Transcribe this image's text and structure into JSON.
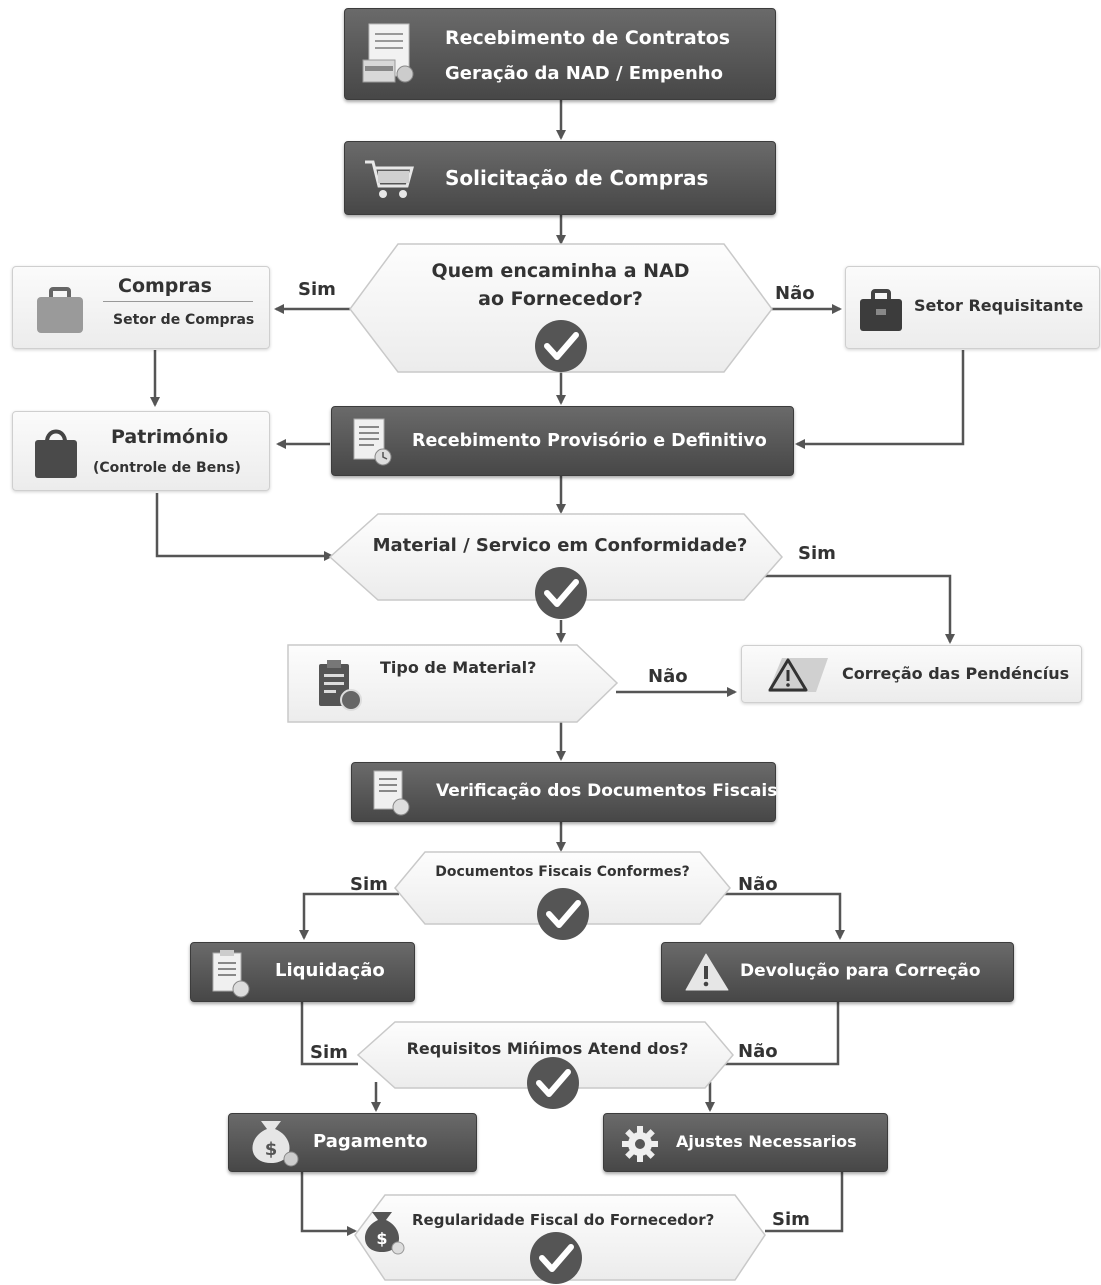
{
  "boxes": {
    "recebimento_contratos": {
      "line1": "Recebimento de Contratos",
      "line2": "Geração da NAD / Empenho"
    },
    "solicitacao_compras": {
      "label": "Solicitação de Compras"
    },
    "compras": {
      "title": "Compras",
      "subtitle": "Setor de Compras"
    },
    "setor_requisitante": {
      "label": "Setor Requisitante"
    },
    "patrimonio": {
      "title": "Património",
      "subtitle": "(Controle de Bens)"
    },
    "recebimento_provisorio": {
      "label": "Recebimento Provisório e Definitivo"
    },
    "tipo_material": {
      "label": "Tipo de Material?"
    },
    "correcao_pendencias": {
      "label": "Correção das Pendéncíus"
    },
    "verificacao_documentos": {
      "label": "Verificação dos Documentos Fiscais"
    },
    "liquidacao": {
      "label": "Liquidação"
    },
    "devolucao": {
      "label": "Devolução para Correção"
    },
    "pagamento": {
      "label": "Pagamento"
    },
    "ajustes": {
      "label": "Ajustes Necessarios"
    }
  },
  "decisions": {
    "quem_encaminha": {
      "line1": "Quem encaminha a NAD",
      "line2": "ao Fornecedor?"
    },
    "conformidade": {
      "label": "Material / Servico em Conformidade?"
    },
    "documentos_conformes": {
      "label": "Documentos Fiscais Conformes?"
    },
    "requisitos": {
      "label": "Requisitos Mińimos Atend dos?"
    },
    "regularidade": {
      "label": "Regularidade Fiscal do Fornecedor?"
    }
  },
  "edge_labels": {
    "sim_compras": "Sim",
    "nao_requisitante": "Não",
    "sim_conformidade": "Sim",
    "nao_tipo": "Não",
    "sim_documentos": "Sim",
    "nao_documentos": "Não",
    "sim_requisitos": "Sim",
    "nao_requisitos": "Não",
    "sim_regularidade": "Sim"
  },
  "colors": {
    "dark_box": "#555555",
    "light_box": "#f4f4f4",
    "line": "#555555",
    "check_circle": "#555555"
  },
  "icons": [
    "document-card-icon",
    "shopping-cart-icon",
    "briefcase-icon",
    "shopping-bag-icon",
    "document-clock-icon",
    "clipboard-icon",
    "warning-icon",
    "document-check-icon",
    "money-bag-icon",
    "gear-icon",
    "check-icon"
  ]
}
